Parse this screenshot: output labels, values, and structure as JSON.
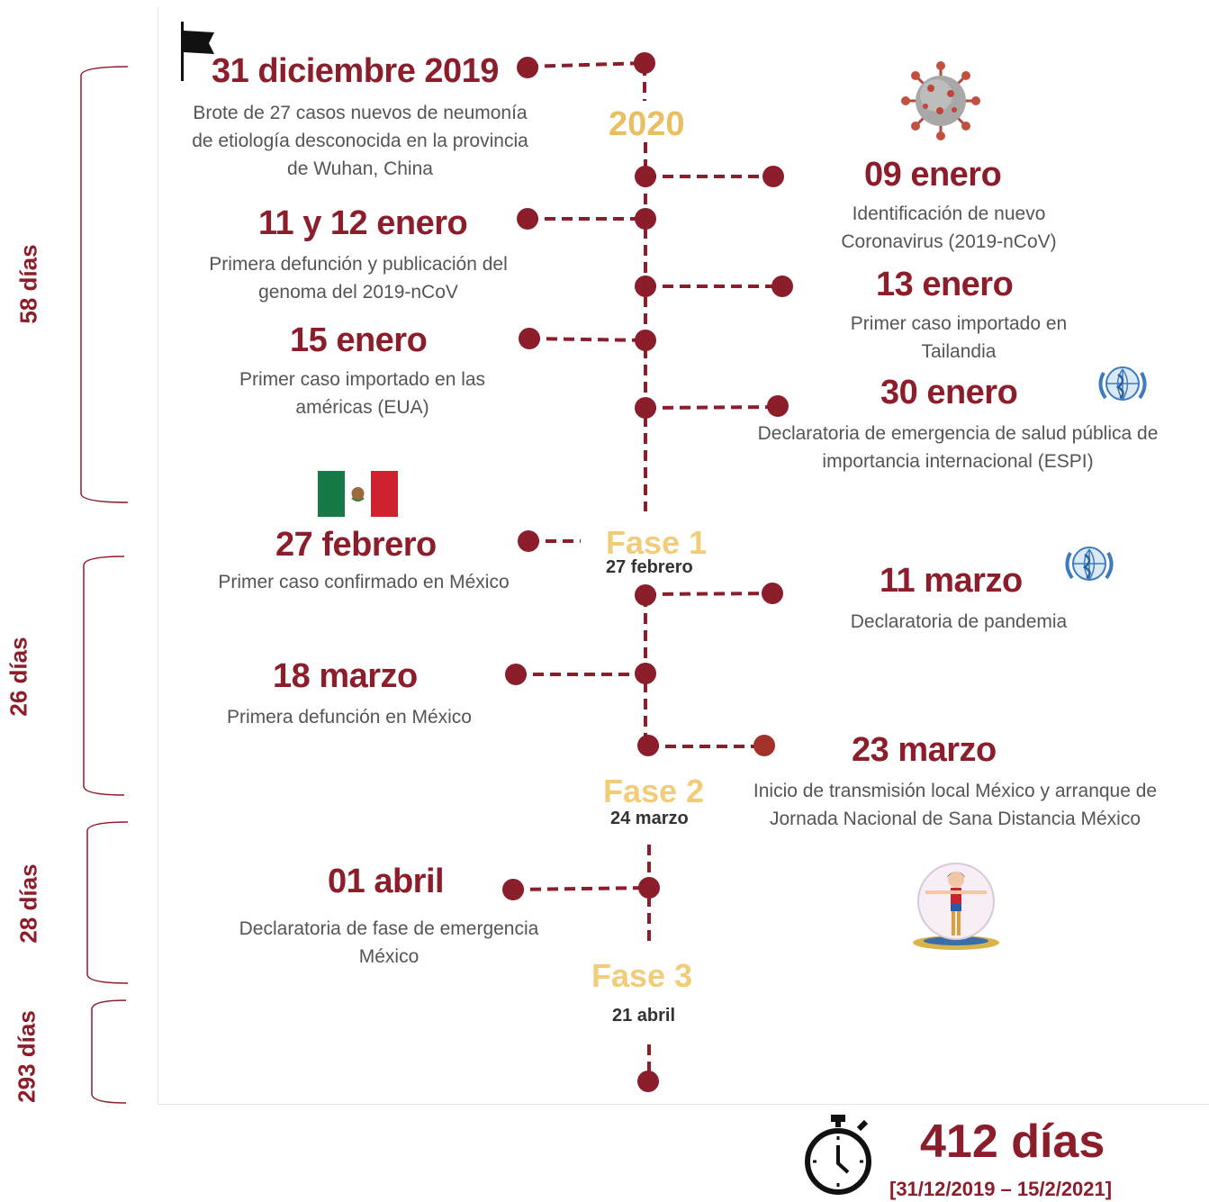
{
  "timeline": {
    "year": "2020",
    "events": [
      {
        "date": "31 diciembre 2019",
        "desc": "Brote de 27 casos nuevos de neumonía de etiología desconocida en la provincia de Wuhan, China"
      },
      {
        "date": "09 enero",
        "desc": "Identificación de nuevo Coronavirus (2019-nCoV)"
      },
      {
        "date": "11 y 12 enero",
        "desc": "Primera defunción y publicación del genoma del 2019-nCoV"
      },
      {
        "date": "13 enero",
        "desc": "Primer caso importado en Tailandia"
      },
      {
        "date": "15 enero",
        "desc": "Primer caso importado en las américas (EUA)"
      },
      {
        "date": "30 enero",
        "desc": "Declaratoria de emergencia de salud pública de importancia internacional (ESPI)"
      },
      {
        "date": "27 febrero",
        "desc": "Primer caso confirmado en México"
      },
      {
        "date": "11 marzo",
        "desc": "Declaratoria de pandemia"
      },
      {
        "date": "18 marzo",
        "desc": "Primera defunción en México"
      },
      {
        "date": "23 marzo",
        "desc": "Inicio de transmisión local México y arranque de Jornada Nacional de Sana Distancia México"
      },
      {
        "date": "01 abril",
        "desc": "Declaratoria de fase de emergencia México"
      }
    ],
    "phases": [
      {
        "label": "Fase 1",
        "date": "27 febrero"
      },
      {
        "label": "Fase 2",
        "date": "24 marzo"
      },
      {
        "label": "Fase 3",
        "date": "21 abril"
      }
    ]
  },
  "periods": [
    "58 días",
    "26 días",
    "28 días",
    "293 días"
  ],
  "summary": {
    "total": "412 días",
    "range": "[31/12/2019 – 15/2/2021]"
  },
  "icons": [
    "flag-icon",
    "coronavirus-icon",
    "who-logo-icon",
    "mexico-flag-icon",
    "sana-distancia-icon",
    "stopwatch-icon"
  ],
  "colors": {
    "accent": "#8c1d2a",
    "phase": "#f1cd7a",
    "year": "#e8c063"
  }
}
